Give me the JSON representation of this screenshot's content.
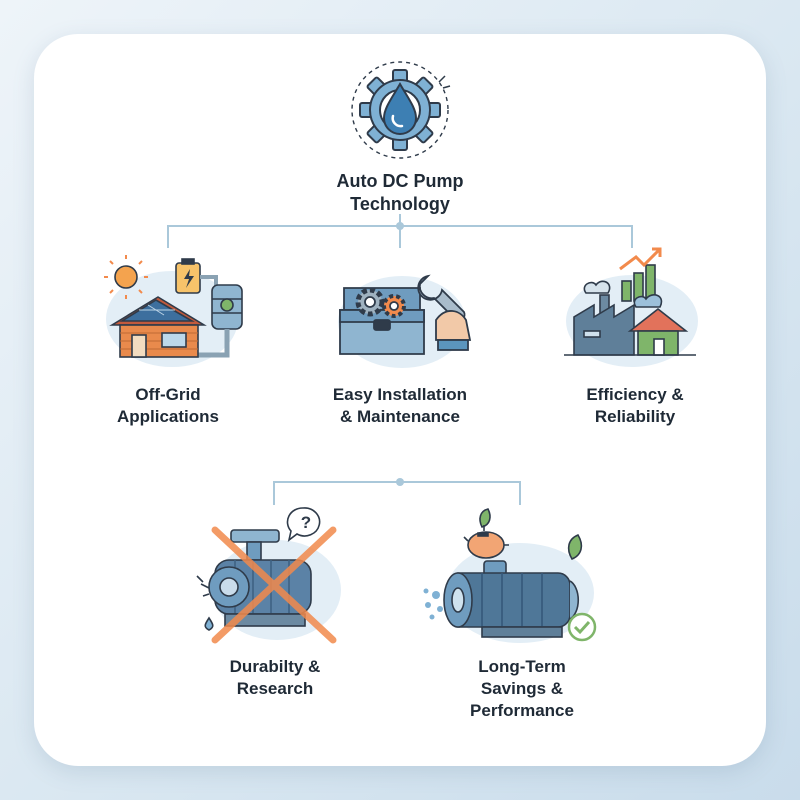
{
  "title": {
    "line1": "Auto DC Pump",
    "line2": "Technology"
  },
  "nodes": [
    {
      "id": "off-grid",
      "line1": "Off-Grid",
      "line2": "Applications"
    },
    {
      "id": "installation",
      "line1": "Easy Installation",
      "line2": "& Maintenance"
    },
    {
      "id": "efficiency",
      "line1": "Efficiency &",
      "line2": "Reliability"
    },
    {
      "id": "durability",
      "line1": "Durabilty &",
      "line2": "Research"
    },
    {
      "id": "savings",
      "line1": "Long-Term",
      "line2": "Savings &",
      "line3": "Performance"
    }
  ],
  "icons": {
    "top": "gear-water-drop-icon",
    "offgrid": "solar-house-battery-icon",
    "installation": "toolbox-wrench-icon",
    "efficiency": "factory-house-growth-chart-icon",
    "durability": "crossed-out-pump-question-icon",
    "savings": "pump-piggy-bank-checkmark-icon"
  },
  "colors": {
    "line": "#aac8da",
    "accent_blue": "#5b95bd",
    "accent_orange": "#f28a4c",
    "accent_green": "#7fb56a",
    "text": "#1f2a36"
  }
}
